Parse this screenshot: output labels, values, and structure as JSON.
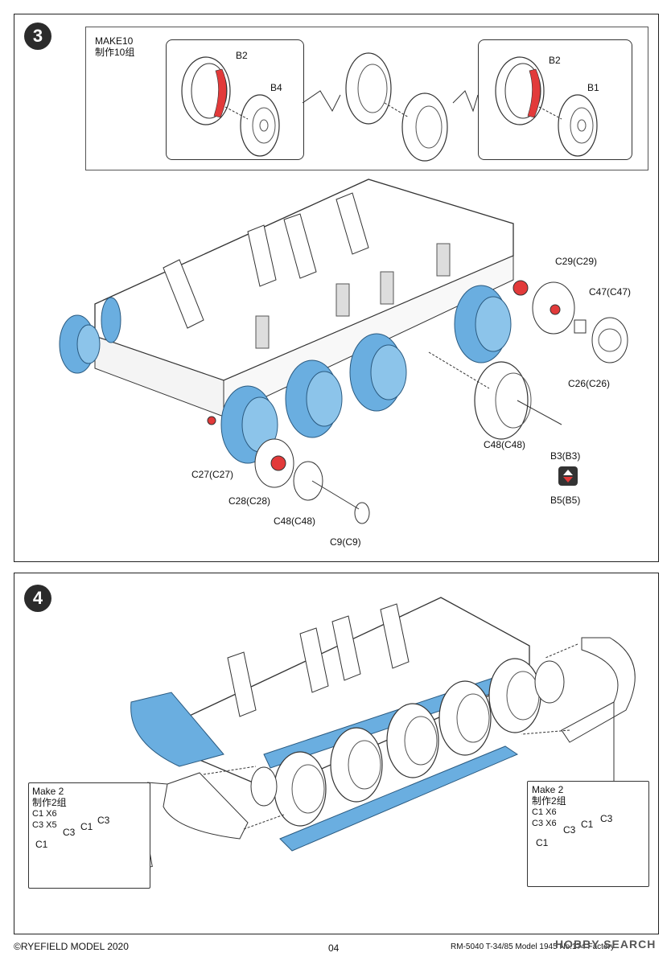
{
  "step3": {
    "number": "3",
    "make_en": "MAKE10",
    "make_cn": "制作10组",
    "labels": {
      "b2_left": "B2",
      "b4": "B4",
      "b2_right": "B2",
      "b1": "B1",
      "c29": "C29(C29)",
      "c47": "C47(C47)",
      "c26": "C26(C26)",
      "c48_right": "C48(C48)",
      "b3": "B3(B3)",
      "b5": "B5(B5)",
      "c27": "C27(C27)",
      "c28": "C28(C28)",
      "c48_left": "C48(C48)",
      "c9": "C9(C9)"
    }
  },
  "step4": {
    "number": "4",
    "left_box": {
      "make_en": "Make 2",
      "make_cn": "制作2组",
      "qty1": "C1 X6",
      "qty2": "C3 X5",
      "labels": [
        "C3",
        "C1",
        "C3",
        "C1"
      ]
    },
    "right_box": {
      "make_en": "Make 2",
      "make_cn": "制作2组",
      "qty1": "C1 X6",
      "qty2": "C3 X6",
      "labels": [
        "C3",
        "C1",
        "C3",
        "C1"
      ]
    }
  },
  "footer": {
    "copyright": "©RYEFIELD MODEL 2020",
    "page": "04",
    "product": "RM-5040  T-34/85 Model 1945 No.174 Factory",
    "watermark": "HOBBY SEARCH"
  },
  "colors": {
    "part_blue": "#6aaee0",
    "part_red": "#e23a3a",
    "line": "#333333"
  }
}
